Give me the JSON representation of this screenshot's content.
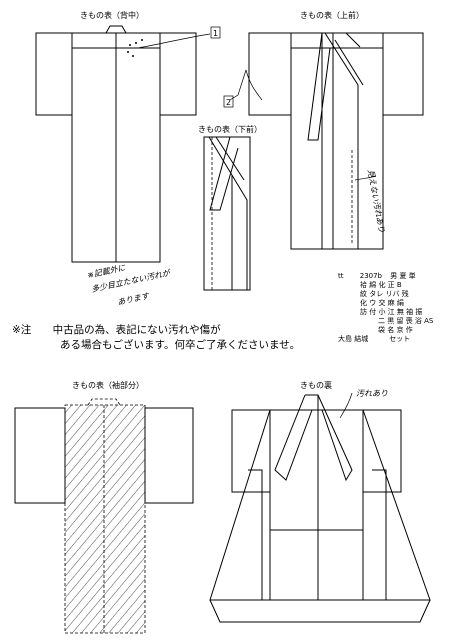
{
  "labels": {
    "back_center": "きもの表（背中）",
    "upper_front": "きもの表（上前）",
    "lower_front": "きもの表（下前）",
    "sleeve_part": "きもの表（袖部分）",
    "lining": "きもの裏"
  },
  "callouts": {
    "mark_1": "1",
    "mark_2": "2",
    "stain_note_right": "見えない汚れあり",
    "other_note_line1": "※記載外に",
    "other_note_line2": "多少目立たない汚れが",
    "other_note_line3": "あります",
    "lining_note": "汚れあり"
  },
  "notice": {
    "prefix": "※注",
    "line1": "中古品の為、表記にない汚れや傷が",
    "line2": "ある場合もございます。何卒ご了承くださいませ。"
  },
  "spec_table": {
    "code_prefix": "tt",
    "code": "2307b",
    "rows": [
      "男 夏 単",
      "袷 綿 化 正 B",
      "紋 タレ リバ 残",
      "化 ウ 交 麻 絹",
      "訪 付 小 江 無 袖 振",
      "二 黒 留 喪 浴 AS",
      "袋 名 京 作",
      "大島 結城　　　セット"
    ]
  },
  "icons": {
    "dots": "stain-dots-icon",
    "hatch": "hatched-area-icon"
  }
}
